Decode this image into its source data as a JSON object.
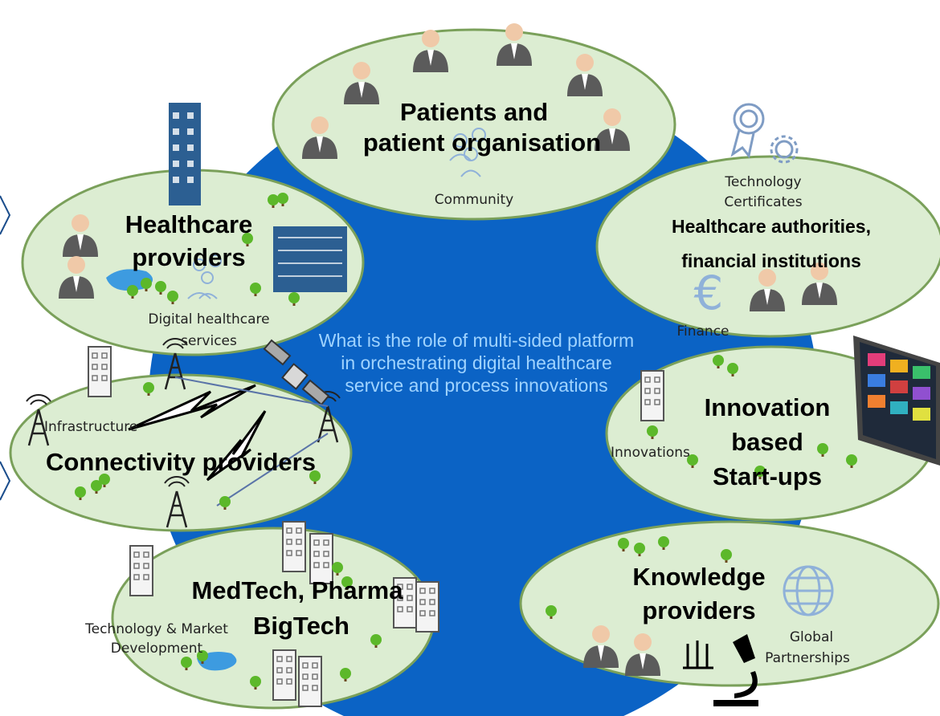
{
  "colors": {
    "hub": "#0b63c5",
    "ellipse_fill": "#dcedd2",
    "ellipse_stroke": "#7aa05a",
    "question_text": "#a8d8ff",
    "tree": "#5cb82a"
  },
  "question": "What is the role of multi-sided platform in orchestrating digital healthcare service and process innovations",
  "groups": {
    "patients": {
      "title_line1": "Patients and",
      "title_line2": "patient organisation",
      "sub": "Community",
      "icons": [
        "person-icon",
        "people-group-icon"
      ]
    },
    "healthcare_providers": {
      "title_line1": "Healthcare",
      "title_line2": "providers",
      "sub_line1": "Digital healthcare",
      "sub_line2": "services",
      "icons": [
        "doctor-icon",
        "hospital-building-icon"
      ]
    },
    "authorities": {
      "sub_line1": "Technology",
      "sub_line2": "Certificates",
      "title_line1": "Healthcare authorities,",
      "title_line2": "financial institutions",
      "sub2": "Finance",
      "icons": [
        "certificate-icon",
        "euro-icon"
      ]
    },
    "connectivity": {
      "sub": "Infrastructure",
      "title": "Connectivity providers",
      "icons": [
        "antenna-icon",
        "satellite-icon"
      ]
    },
    "innovation": {
      "title_line1": "Innovation",
      "title_line2": "based",
      "title_line3": "Start-ups",
      "sub": "Innovations",
      "icons": [
        "monitor-icon",
        "office-building-icon"
      ]
    },
    "medtech": {
      "title_line1": "MedTech, Pharma",
      "title_line2": "BigTech",
      "sub_line1": "Technology & Market",
      "sub_line2": "Development",
      "icons": [
        "skyscraper-icon"
      ]
    },
    "knowledge": {
      "title_line1": "Knowledge",
      "title_line2": "providers",
      "sub_line1": "Global",
      "sub_line2": "Partnerships",
      "icons": [
        "globe-icon",
        "microscope-icon"
      ]
    }
  }
}
